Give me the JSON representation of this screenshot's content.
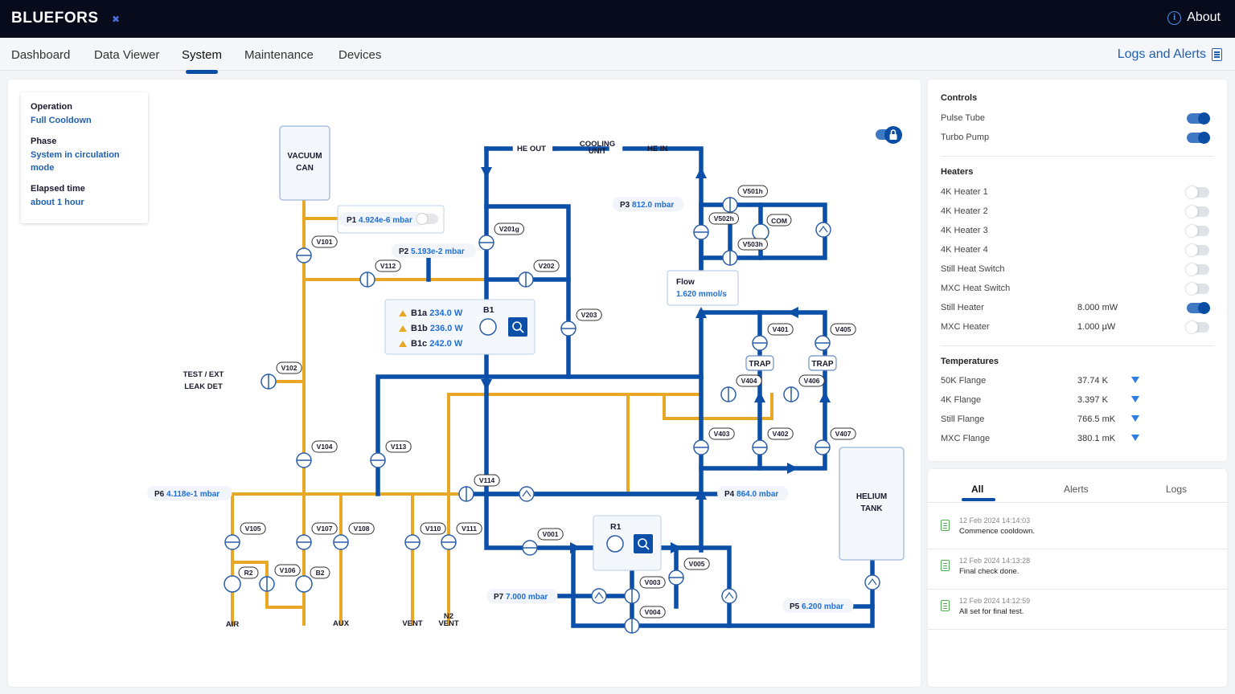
{
  "header": {
    "brand": "BLUEFORS",
    "about": "About"
  },
  "nav": {
    "tabs": [
      "Dashboard",
      "Data Viewer",
      "System",
      "Maintenance",
      "Devices"
    ],
    "active": "System",
    "logs_label": "Logs and Alerts"
  },
  "operation": {
    "operation_label": "Operation",
    "operation_value": "Full Cooldown",
    "phase_label": "Phase",
    "phase_value": "System in circulation mode",
    "elapsed_label": "Elapsed time",
    "elapsed_value": "about 1 hour"
  },
  "diagram": {
    "vacuum_can": [
      "VACUUM",
      "CAN"
    ],
    "helium_tank": [
      "HELIUM",
      "TANK"
    ],
    "he_out": "HE OUT",
    "he_in": "HE IN",
    "cooling_unit": [
      "COOLING",
      "UNIT"
    ],
    "test_ext": [
      "TEST / EXT",
      "LEAK DET"
    ],
    "bottom": {
      "air": "AIR",
      "aux": "AUX",
      "vent": "VENT",
      "n2vent": [
        "N2",
        "VENT"
      ]
    },
    "flow": {
      "label": "Flow",
      "value": "1.620 mmol/s"
    },
    "trap": "TRAP",
    "com": "COM",
    "pressures": [
      {
        "name": "P1",
        "value": "4.924e-6 mbar"
      },
      {
        "name": "P2",
        "value": "5.193e-2 mbar"
      },
      {
        "name": "P3",
        "value": "812.0 mbar"
      },
      {
        "name": "P4",
        "value": "864.0 mbar"
      },
      {
        "name": "P5",
        "value": "6.200 mbar"
      },
      {
        "name": "P6",
        "value": "4.118e-1 mbar"
      },
      {
        "name": "P7",
        "value": "7.000 mbar"
      }
    ],
    "b1": {
      "title": "B1",
      "rows": [
        {
          "name": "B1a",
          "value": "234.0 W"
        },
        {
          "name": "B1b",
          "value": "236.0 W"
        },
        {
          "name": "B1c",
          "value": "242.0 W"
        }
      ]
    },
    "r1": "R1",
    "r2": "R2",
    "b2": "B2",
    "valves": [
      "V101",
      "V102",
      "V104",
      "V105",
      "V106",
      "V107",
      "V108",
      "V110",
      "V111",
      "V112",
      "V113",
      "V114",
      "V201g",
      "V202",
      "V203",
      "V501h",
      "V502h",
      "V503h",
      "V401",
      "V402",
      "V403",
      "V404",
      "V405",
      "V406",
      "V407",
      "V001",
      "V003",
      "V004",
      "V005"
    ]
  },
  "controls": {
    "title": "Controls",
    "items": [
      {
        "name": "Pulse Tube",
        "on": true
      },
      {
        "name": "Turbo Pump",
        "on": true
      }
    ]
  },
  "heaters": {
    "title": "Heaters",
    "items": [
      {
        "name": "4K Heater 1",
        "value": "",
        "on": false
      },
      {
        "name": "4K Heater 2",
        "value": "",
        "on": false
      },
      {
        "name": "4K Heater 3",
        "value": "",
        "on": false
      },
      {
        "name": "4K Heater 4",
        "value": "",
        "on": false
      },
      {
        "name": "Still Heat Switch",
        "value": "",
        "on": false
      },
      {
        "name": "MXC Heat Switch",
        "value": "",
        "on": false
      },
      {
        "name": "Still Heater",
        "value": "8.000 mW",
        "on": true
      },
      {
        "name": "MXC Heater",
        "value": "1.000 µW",
        "on": false
      }
    ]
  },
  "temperatures": {
    "title": "Temperatures",
    "items": [
      {
        "name": "50K Flange",
        "value": "37.74 K"
      },
      {
        "name": "4K Flange",
        "value": "3.397 K"
      },
      {
        "name": "Still Flange",
        "value": "766.5 mK"
      },
      {
        "name": "MXC Flange",
        "value": "380.1 mK"
      }
    ]
  },
  "logs": {
    "tabs": [
      "All",
      "Alerts",
      "Logs"
    ],
    "active": "All",
    "entries": [
      {
        "time": "12 Feb 2024 14:14:03",
        "message": "Commence cooldown."
      },
      {
        "time": "12 Feb 2024 14:13:28",
        "message": "Final check done."
      },
      {
        "time": "12 Feb 2024 14:12:59",
        "message": "All set for final test."
      }
    ]
  },
  "colors": {
    "blue": "#0b4fa8",
    "orange": "#e8a825",
    "accent": "#1f6fd6",
    "topbar": "#070b1c"
  }
}
